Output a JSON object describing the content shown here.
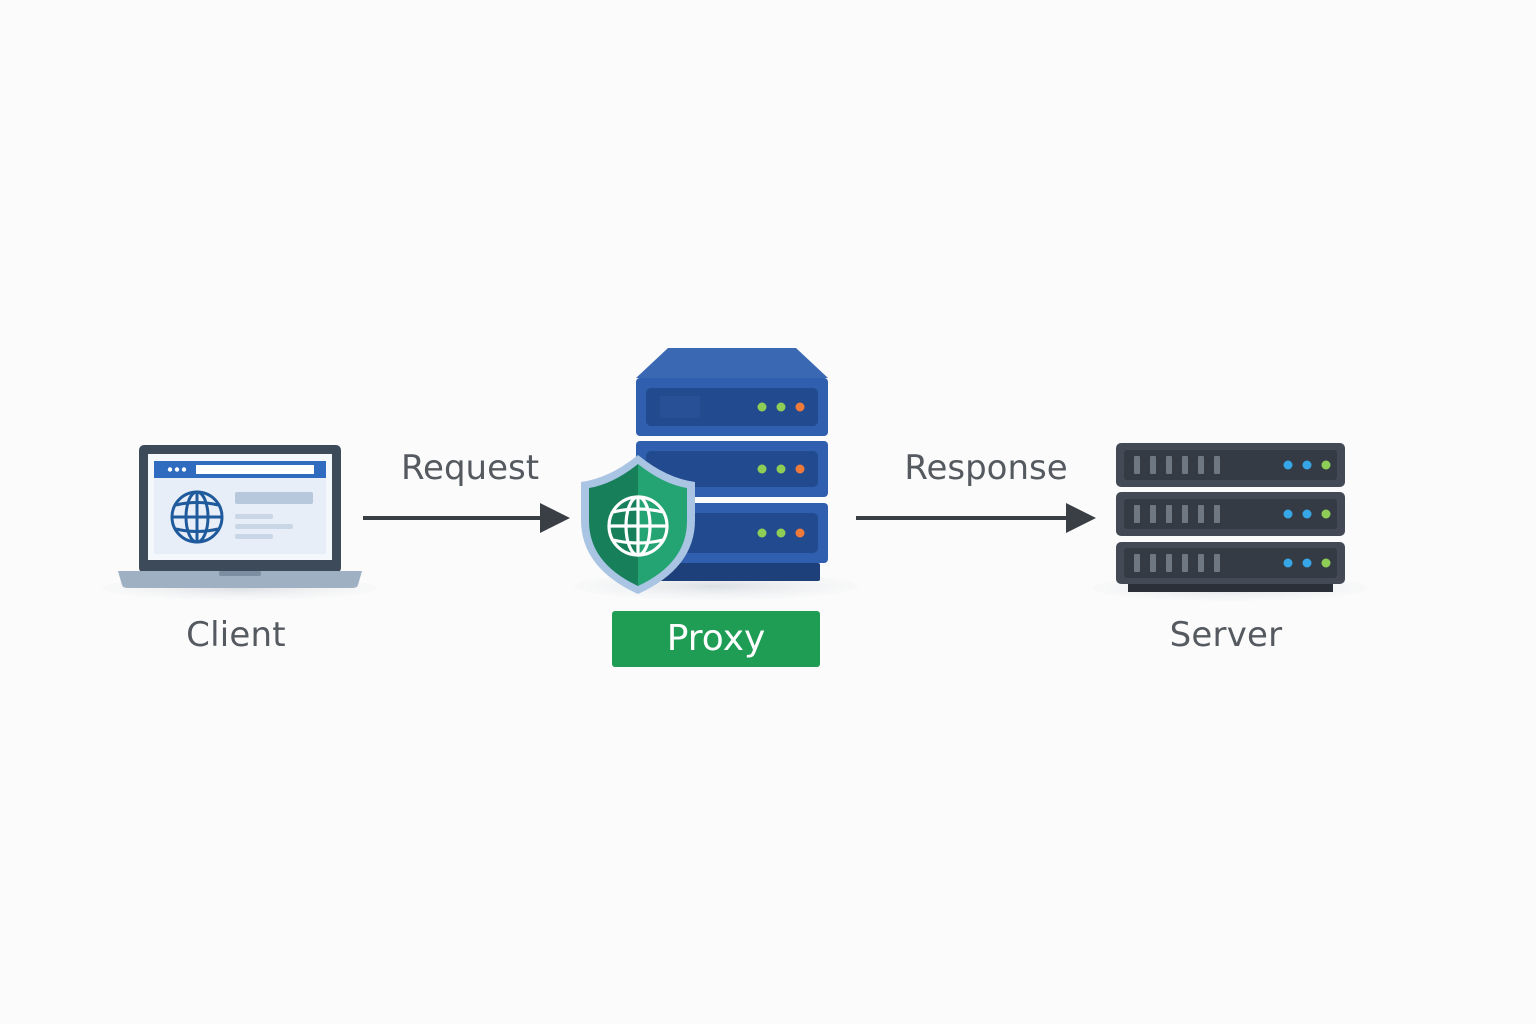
{
  "nodes": {
    "client": {
      "label": "Client"
    },
    "proxy": {
      "label": "Proxy"
    },
    "server": {
      "label": "Server"
    }
  },
  "edges": {
    "request": {
      "label": "Request",
      "from": "client",
      "to": "proxy"
    },
    "response": {
      "label": "Response",
      "from": "proxy",
      "to": "server"
    }
  },
  "colors": {
    "proxy_badge": "#1f9d55",
    "proxy_server": "#2f5fae",
    "shield": "#1f8a62",
    "server_rack": "#3f4650",
    "arrow": "#3a3f45"
  },
  "icons": {
    "client": "laptop-icon",
    "proxy": "proxy-server-icon",
    "shield": "shield-globe-icon",
    "server": "server-rack-icon"
  }
}
